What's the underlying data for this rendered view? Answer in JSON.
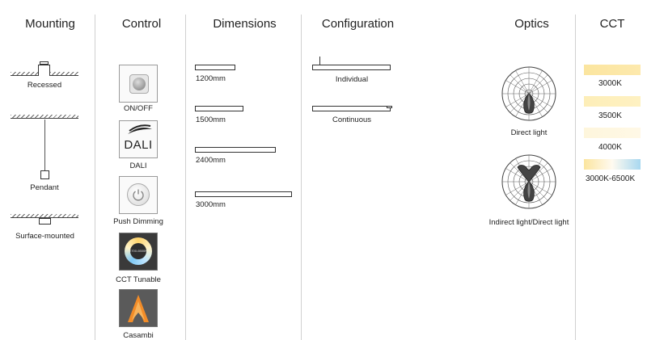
{
  "headers": {
    "mounting": "Mounting",
    "control": "Control",
    "dimensions": "Dimensions",
    "configuration": "Configuration",
    "optics": "Optics",
    "cct": "CCT"
  },
  "mounting": {
    "recessed": "Recessed",
    "pendant": "Pendant",
    "surface": "Surface-mounted"
  },
  "control": {
    "onoff": "ON/OFF",
    "dali": "DALI",
    "dali_logo": "DALI",
    "push": "Push Dimming",
    "cct_tunable": "CCT Tunable",
    "cct_tunable_icon": "2700-6500K",
    "casambi": "Casambi"
  },
  "dimensions": {
    "d1200": "1200mm",
    "d1500": "1500mm",
    "d2400": "2400mm",
    "d3000": "3000mm"
  },
  "configuration": {
    "individual": "Individual",
    "continuous": "Continuous"
  },
  "optics": {
    "direct": "Direct light",
    "indirect_direct": "Indirect light/Direct light"
  },
  "cct": {
    "k3000": "3000K",
    "k3500": "3500K",
    "k4000": "4000K",
    "k3000_6500": "3000K-6500K"
  },
  "colors": {
    "warm_3000": "#fbe59f",
    "warm_3500": "#fdeeb8",
    "neutral_4000": "#fef6dc",
    "tunable_cool": "#a8d8f0",
    "casambi_bg": "#5a5a5a",
    "casambi_flame": "#f28c28"
  }
}
